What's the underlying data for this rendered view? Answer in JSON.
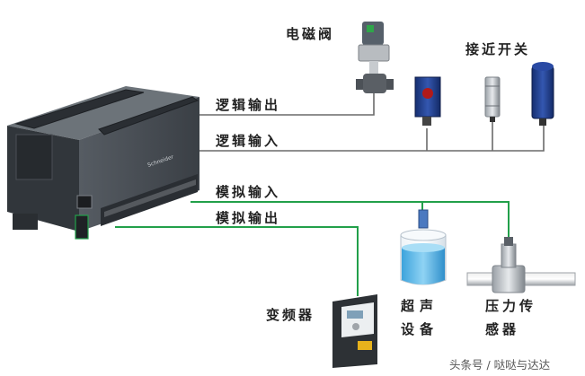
{
  "title": "",
  "signals": {
    "logic_output": "逻辑输出",
    "logic_input": "逻辑输入",
    "analog_input": "模拟输入",
    "analog_output": "模拟输出"
  },
  "devices": {
    "solenoid_valve": "电磁阀",
    "proximity_switch": "接近开关",
    "vfd": "变频器",
    "ultrasonic_line1": "超声",
    "ultrasonic_line2": "设备",
    "pressure_line1": "压力传",
    "pressure_line2": "感器"
  },
  "plc_brand_text": "Schneider",
  "watermark": "头条号 / 哒哒与达达",
  "colors": {
    "logic_wire": "#6a6a6a",
    "analog_wire": "#22a04a",
    "plc_body": "#3f444a",
    "sensor_blue": "#1f3c8c",
    "tank_liquid": "#78c8ef"
  }
}
